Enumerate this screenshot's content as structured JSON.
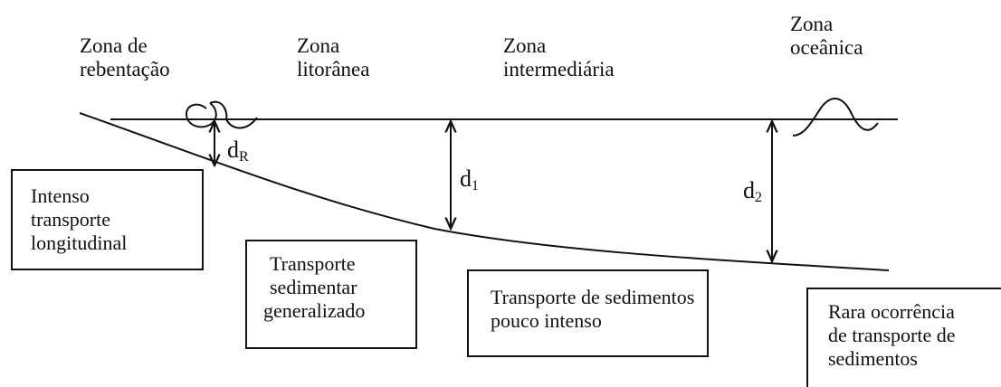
{
  "zones": [
    {
      "id": "rebentacao",
      "lines": [
        "Zona de",
        "rebentação"
      ]
    },
    {
      "id": "litoranea",
      "lines": [
        "Zona",
        "litorânea"
      ]
    },
    {
      "id": "intermediaria",
      "lines": [
        "Zona",
        "intermediária"
      ]
    },
    {
      "id": "oceanica",
      "lines": [
        "Zona",
        "oceânica"
      ]
    }
  ],
  "depths": {
    "dR": {
      "base": "d",
      "sub": "R"
    },
    "d1": {
      "base": "d",
      "sub": "1"
    },
    "d2": {
      "base": "d",
      "sub": "2"
    }
  },
  "boxes": [
    {
      "id": "intenso",
      "lines": [
        "Intenso",
        "transporte",
        "longitudinal"
      ]
    },
    {
      "id": "generalizado",
      "lines": [
        "Transporte",
        "sedimentar",
        "generalizado"
      ]
    },
    {
      "id": "pouco-intenso",
      "lines": [
        "Transporte de sedimentos",
        "pouco intenso"
      ]
    },
    {
      "id": "rara",
      "lines": [
        "Rara ocorrência",
        "de transporte de",
        "sedimentos"
      ]
    }
  ],
  "colors": {
    "ink": "#111111",
    "background": "#ffffff"
  }
}
